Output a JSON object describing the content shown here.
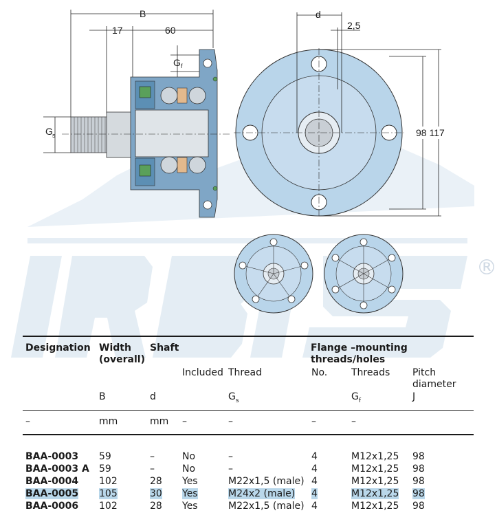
{
  "watermark": {
    "text": "IRBIS",
    "registered_mark": "®"
  },
  "drawing": {
    "dimensions": {
      "B": "B",
      "d17": "17",
      "d60": "60",
      "Gf": "G",
      "Gf_sub": "f",
      "Gs": "G",
      "Gs_sub": "s",
      "d": "d",
      "d2_5": "2,5",
      "d98_117": "98 117"
    }
  },
  "table": {
    "headers": {
      "designation": "Designation",
      "width_overall": [
        "Width",
        "(overall)"
      ],
      "shaft": "Shaft",
      "flange": "Flange –mounting threads/holes"
    },
    "subheaders": {
      "included": "Included",
      "thread": "Thread",
      "no": "No.",
      "threads": "Threads",
      "pitch_diameter": [
        "Pitch",
        "diameter"
      ]
    },
    "symbols": {
      "width": "B",
      "shaft": "d",
      "thread": "G",
      "thread_sub": "s",
      "threads": "G",
      "threads_sub": "f",
      "pitch": "J"
    },
    "units": {
      "designation": "–",
      "width": "mm",
      "shaft": "mm",
      "included": "–",
      "thread": "–",
      "no": "–",
      "threads": "–"
    },
    "rows": [
      {
        "designation": "BAA-0003",
        "width": "59",
        "shaft": "–",
        "included": "No",
        "thread": "–",
        "no": "4",
        "threads": "M12x1,25",
        "pitch": "98",
        "highlighted": false
      },
      {
        "designation": "BAA-0003 A",
        "width": "59",
        "shaft": "–",
        "included": "No",
        "thread": "–",
        "no": "4",
        "threads": "M12x1,25",
        "pitch": "98",
        "highlighted": false
      },
      {
        "designation": "BAA-0004",
        "width": "102",
        "shaft": "28",
        "included": "Yes",
        "thread": "M22x1,5 (male)",
        "no": "4",
        "threads": "M12x1,25",
        "pitch": "98",
        "highlighted": false
      },
      {
        "designation": "BAA-0005",
        "width": "105",
        "shaft": "30",
        "included": "Yes",
        "thread": "M24x2 (male)",
        "no": "4",
        "threads": "M12x1,25",
        "pitch": "98",
        "highlighted": true
      },
      {
        "designation": "BAA-0006",
        "width": "102",
        "shaft": "28",
        "included": "Yes",
        "thread": "M22x1,5 (male)",
        "no": "4",
        "threads": "M12x1,25",
        "pitch": "98",
        "highlighted": false
      }
    ]
  }
}
